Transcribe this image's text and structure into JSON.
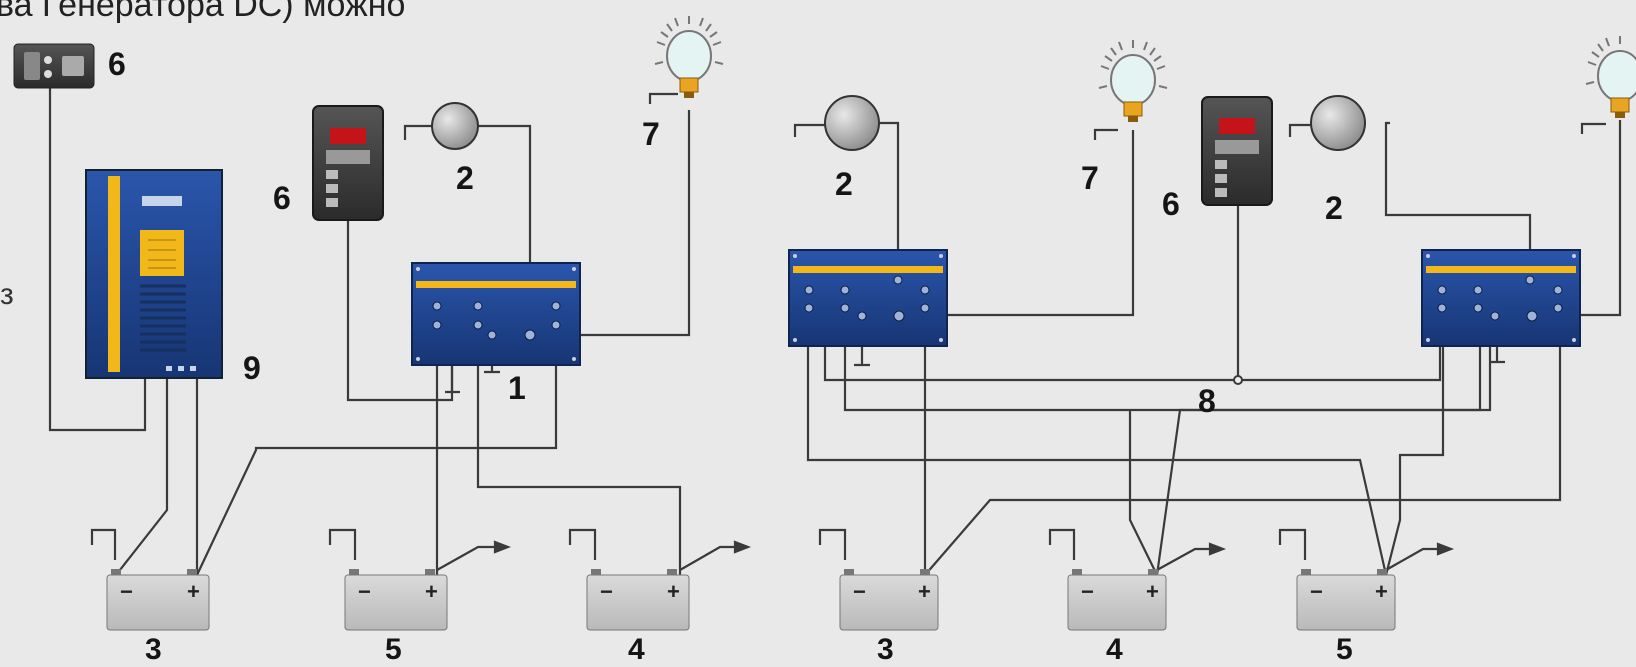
{
  "header": {
    "text": "ва Генератора DC) можно"
  },
  "side_text": "з",
  "colors": {
    "background": "#e9e9e9",
    "wire": "#3a3a3a",
    "device_blue": "#1b3f8c",
    "device_stripe": "#f2b81a",
    "battery": "#cfcfcf",
    "bulb_glass": "#e4f4f2",
    "bulb_base": "#e9a521"
  },
  "labels": {
    "n1": "1",
    "n2a": "2",
    "n2b": "2",
    "n2c": "2",
    "n3a": "3",
    "n3b": "3",
    "n4a": "4",
    "n4b": "4",
    "n5a": "5",
    "n5b": "5",
    "n6a": "6",
    "n6b": "6",
    "n6c": "6",
    "n7a": "7",
    "n7b": "7",
    "n8": "8",
    "n9": "9"
  },
  "battery_terminals": {
    "minus": "−",
    "plus": "+"
  },
  "icons": [
    "switch-panel-icon",
    "remote-panel-icon",
    "sensor-icon",
    "light-bulb-icon",
    "charge-distributor-icon",
    "charger-icon",
    "battery-icon",
    "ground-symbol-icon",
    "arrow-icon"
  ]
}
